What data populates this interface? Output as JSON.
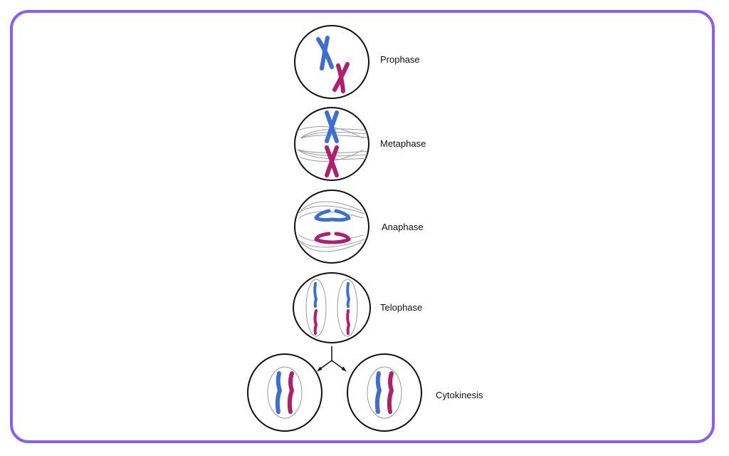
{
  "diagram": {
    "stages": [
      {
        "id": "prophase",
        "label": "Prophase"
      },
      {
        "id": "metaphase",
        "label": "Metaphase"
      },
      {
        "id": "anaphase",
        "label": "Anaphase"
      },
      {
        "id": "telophase",
        "label": "Telophase"
      },
      {
        "id": "cytokinesis",
        "label": "Cytokinesis"
      }
    ],
    "colors": {
      "frame": "#8b5cf6",
      "chromosome_a": "#3b6fd4",
      "chromosome_b": "#b01e6e",
      "outline": "#111111",
      "spindle": "#9a9a9a"
    }
  }
}
